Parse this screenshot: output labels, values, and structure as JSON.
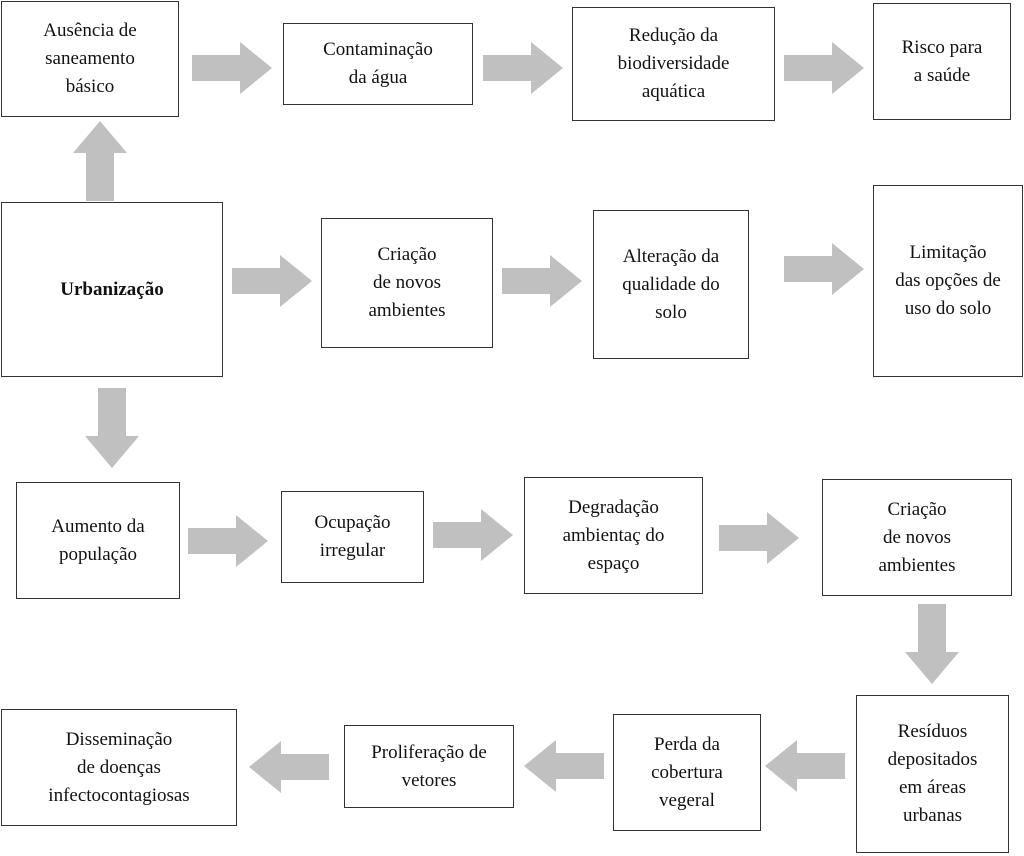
{
  "boxes": {
    "ausencia": "Ausência de\nsaneamento\nbásico",
    "contaminacao": "Contaminação\nda água",
    "reducao": "Redução da\nbiodiversidade\naquática",
    "risco": "Risco para\na saúde",
    "urbanizacao": "Urbanização",
    "criacao1": "Criação\nde novos\nambientes",
    "alteracao": "Alteração da\nqualidade do\nsolo",
    "limitacao": "Limitação\ndas opções de\nuso do solo",
    "aumento": "Aumento da\npopulação",
    "ocupacao": "Ocupação\nirregular",
    "degradacao": "Degradação\nambientaç do\nespaço",
    "criacao2": "Criação\nde novos\nambientes",
    "residuos": "Resíduos\ndepositados\nem áreas\nurbanas",
    "perda": "Perda da\ncobertura\nvegeral",
    "proliferacao": "Proliferação de\nvetores",
    "disseminacao": "Disseminação\nde doenças\ninfectocontagiosas"
  },
  "colors": {
    "arrow": "#c0c0c0",
    "border": "#333333",
    "text": "#111111"
  }
}
